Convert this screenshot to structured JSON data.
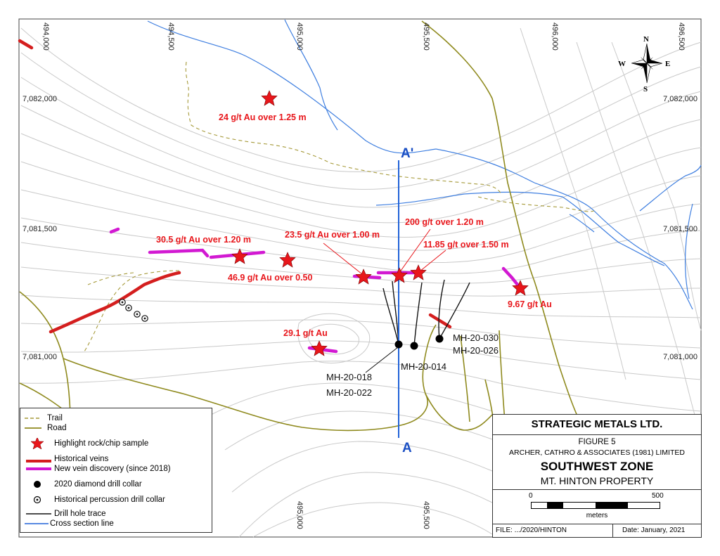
{
  "grid": {
    "x_top": [
      "494,000",
      "494,500",
      "495,000",
      "495,500",
      "496,000",
      "496,500"
    ],
    "x_bottom": [
      "495,000",
      "495,500"
    ],
    "y_left": [
      "7,082,000",
      "7,081,500",
      "7,081,000"
    ],
    "y_right": [
      "7,082,000",
      "7,081,500",
      "7,081,000"
    ]
  },
  "compass": {
    "n": "N",
    "s": "S",
    "e": "E",
    "w": "W"
  },
  "section": {
    "top": "A'",
    "bottom": "A"
  },
  "samples": {
    "s1": "24 g/t Au over 1.25 m",
    "s2": "30.5 g/t Au over 1.20 m",
    "s3": "46.9 g/t Au over 0.50",
    "s4": "23.5 g/t Au over 1.00 m",
    "s5": "200 g/t over 1.20 m",
    "s6": "11.85 g/t over 1.50 m",
    "s7": "9.67 g/t Au",
    "s8": "29.1 g/t Au"
  },
  "drillholes": {
    "h1": "MH-20-018",
    "h2": "MH-20-022",
    "h3": "MH-20-014",
    "h4": "MH-20-030",
    "h5": "MH-20-026"
  },
  "legend": {
    "trail": "Trail",
    "road": "Road",
    "highlight": "Highlight rock/chip sample",
    "hist_veins": "Historical veins",
    "new_vein": "New vein discovery (since 2018)",
    "diamond": "2020 diamond drill collar",
    "percussion": "Historical percussion drill collar",
    "trace": "Drill hole trace",
    "section": "Cross section line"
  },
  "title_block": {
    "company": "STRATEGIC METALS LTD.",
    "figure": "FIGURE 5",
    "consultant": "ARCHER, CATHRO & ASSOCIATES (1981) LIMITED",
    "zone": "SOUTHWEST ZONE",
    "property": "MT. HINTON PROPERTY",
    "scale_min": "0",
    "scale_max": "500",
    "scale_unit": "meters",
    "file": "FILE: .../2020/HINTON",
    "date": "Date: January, 2021"
  },
  "colors": {
    "contour": "#c9c9c9",
    "stream": "#3f7fe0",
    "road": "#8f8a1e",
    "trail": "#a69a3a",
    "hist_vein": "#d41e1e",
    "new_vein": "#d219d2",
    "star": "#e8161b",
    "section_line": "#2162d8"
  }
}
